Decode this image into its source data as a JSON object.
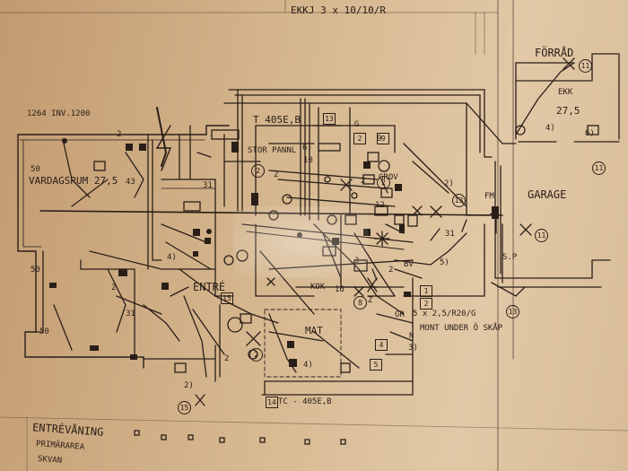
{
  "labels": {
    "cable_top": "EKKJ 3 x 10/10/R",
    "inv": "1264 INV.1200",
    "forrad": "FÖRRÅD",
    "ekk": "EKK",
    "ekk_val": "27,5",
    "garage": "GARAGE",
    "vardagsrum": "VARDAGSRUM 27,5",
    "t405": "T  405E,B",
    "box13": "13",
    "g": "G",
    "stor_pannl": "STOR PANNL",
    "grov": "GROV",
    "fm": "FM",
    "entre": "ENTRÉ",
    "matr": "MAT",
    "kok": "KOK",
    "spec": "5 x 2,5/R20/G",
    "mont": "MONT UNDER Ö SKÅP",
    "tc405": "TC - 405E,B",
    "box14": "14",
    "entreplan": "ENTRÉVÅNING",
    "primararea": "PRIMÄRAREA",
    "sovrum_cut": "SKVAN",
    "gr": "GR",
    "sop": "S.P",
    "n_43": "43",
    "n_31": "31",
    "n_41": "4)",
    "n_2": "2",
    "n_3": "3",
    "n_5": "5",
    "n_6": "6",
    "n_10": "10",
    "n_12": "12",
    "n_16": "16",
    "n_15": "15",
    "n_11": "11",
    "n_8": "8",
    "n_z": "Z",
    "n_n": "N",
    "n_51": "5)",
    "n_61": "6)",
    "n_21": "2)",
    "n_31b": "3)",
    "n_1": "1",
    "n_4": "4",
    "n_9": "9",
    "n_50": "50",
    "n_bvt": "BV"
  },
  "colors": {
    "ink": "#2a1e18",
    "paper": "#d6b890"
  }
}
